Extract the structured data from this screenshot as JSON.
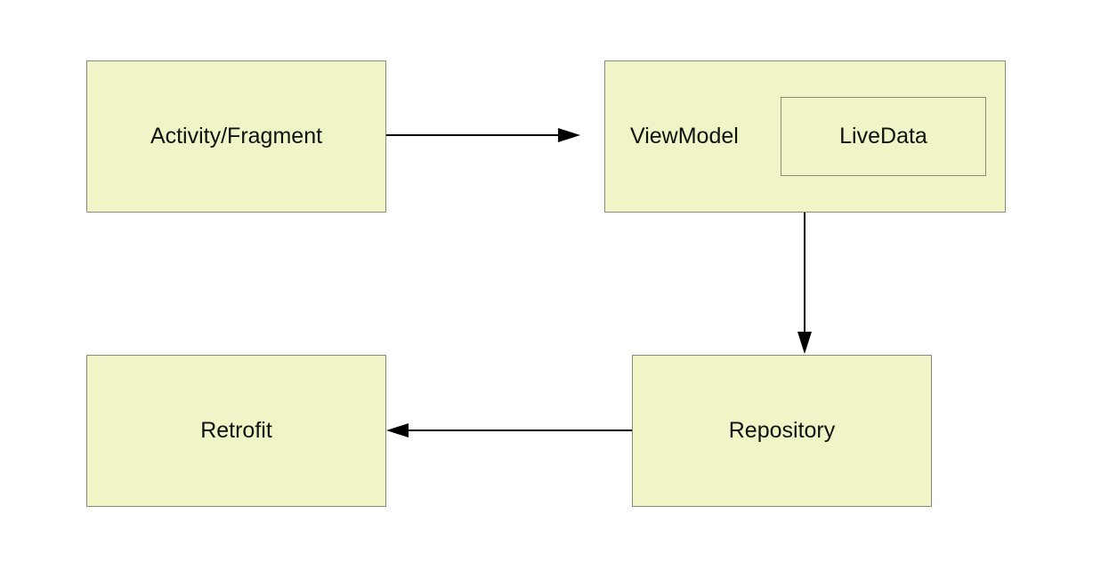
{
  "diagram": {
    "nodes": {
      "activity": {
        "label": "Activity/Fragment"
      },
      "viewmodel": {
        "label": "ViewModel"
      },
      "livedata": {
        "label": "LiveData"
      },
      "repository": {
        "label": "Repository"
      },
      "retrofit": {
        "label": "Retrofit"
      }
    },
    "edges": [
      {
        "from": "activity",
        "to": "viewmodel"
      },
      {
        "from": "viewmodel",
        "to": "repository"
      },
      {
        "from": "repository",
        "to": "retrofit"
      }
    ]
  },
  "colors": {
    "box_fill": "#f1f4c6",
    "box_border": "#8a8a7a",
    "arrow": "#000000",
    "text": "#111111"
  }
}
